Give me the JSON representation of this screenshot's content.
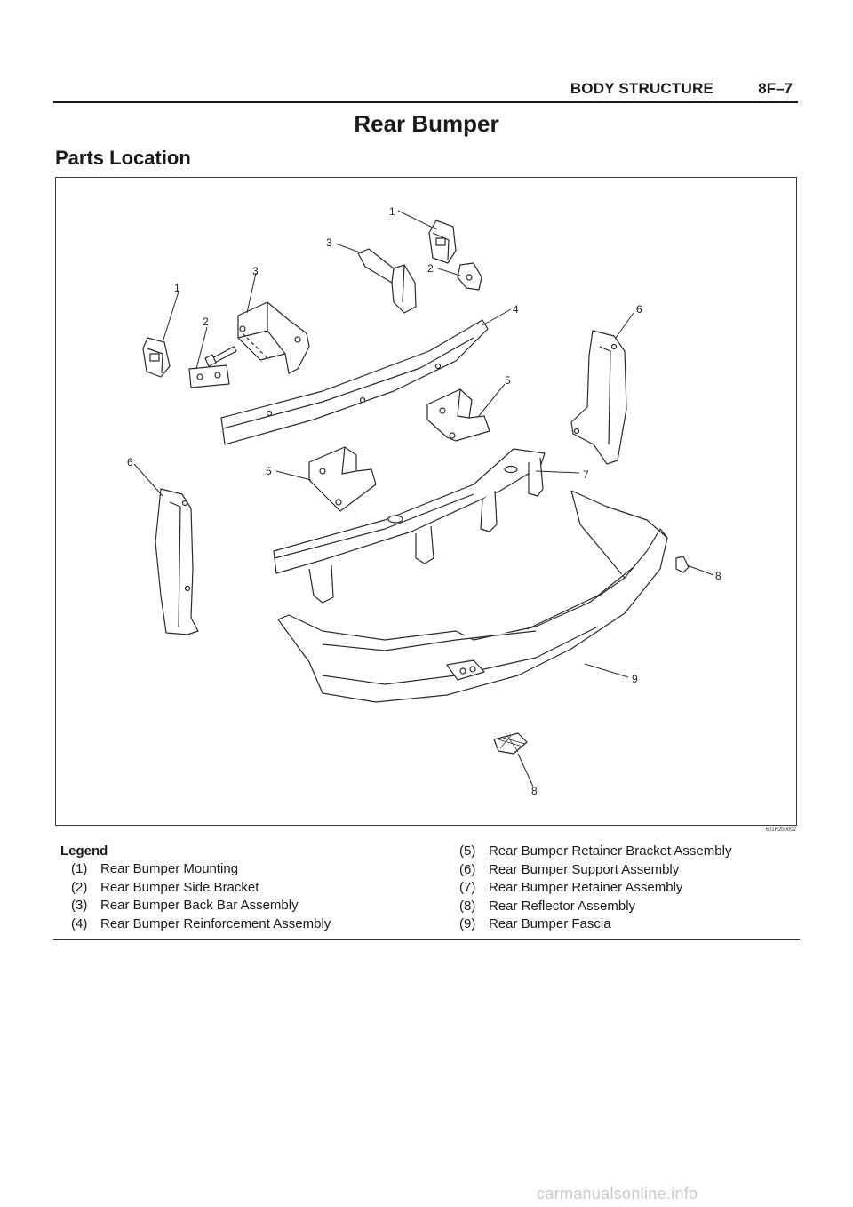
{
  "header": {
    "section": "BODY STRUCTURE",
    "page": "8F–7"
  },
  "title": "Rear Bumper",
  "subtitle": "Parts Location",
  "figure": {
    "id": "601R200002",
    "callouts": [
      "1",
      "3",
      "2",
      "3",
      "1",
      "2",
      "4",
      "6",
      "5",
      "6",
      "5",
      "7",
      "8",
      "9",
      "8"
    ]
  },
  "legend": {
    "heading": "Legend",
    "items": [
      {
        "num": "(1)",
        "label": "Rear Bumper Mounting"
      },
      {
        "num": "(2)",
        "label": "Rear Bumper Side Bracket"
      },
      {
        "num": "(3)",
        "label": "Rear Bumper Back Bar Assembly"
      },
      {
        "num": "(4)",
        "label": "Rear Bumper Reinforcement Assembly"
      },
      {
        "num": "(5)",
        "label": "Rear Bumper Retainer Bracket Assembly"
      },
      {
        "num": "(6)",
        "label": "Rear Bumper Support Assembly"
      },
      {
        "num": "(7)",
        "label": "Rear Bumper Retainer Assembly"
      },
      {
        "num": "(8)",
        "label": "Rear Reflector Assembly"
      },
      {
        "num": "(9)",
        "label": "Rear Bumper Fascia"
      }
    ]
  },
  "watermark": "carmanualsonline.info"
}
